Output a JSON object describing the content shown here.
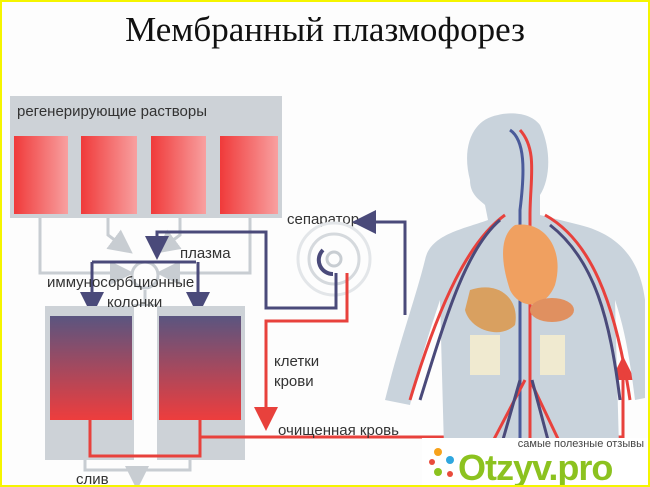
{
  "title": "Мембранный плазмофорез",
  "labels": {
    "regen": "регенерирующие растворы",
    "separator": "сепаратор",
    "plasma": "плазма",
    "columns_1": "иммуносорбционные",
    "columns_2": "колонки",
    "cells_1": "клетки",
    "cells_2": "крови",
    "clean_blood": "очищенная кровь",
    "drain": "слив"
  },
  "watermark": {
    "subtitle": "самые полезные отзывы",
    "brand": "Otzyv.pro"
  },
  "colors": {
    "artery": "#e8413c",
    "vein": "#4a4a7a",
    "body": "#c9d3dc",
    "frame": "#f5f500"
  }
}
